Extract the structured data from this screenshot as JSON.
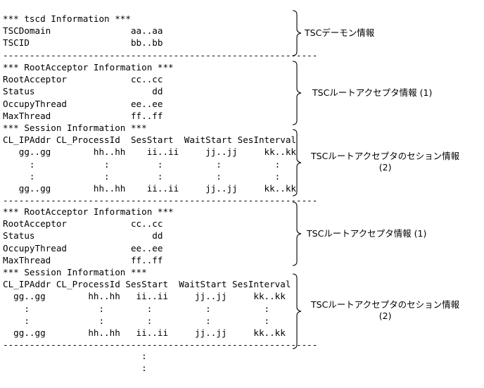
{
  "sections": [
    {
      "lines": [
        "*** tscd Information ***",
        "TSCDomain               aa..aa",
        "TSCID                   bb..bb",
        "-----------------------------------------------------------"
      ],
      "note": [
        "TSCデーモン情報"
      ]
    },
    {
      "lines": [
        "*** RootAcceptor Information ***",
        "RootAcceptor            cc..cc",
        "Status                      dd",
        "OccupyThread            ee..ee",
        "MaxThread               ff..ff"
      ],
      "note": [
        "TSCルートアクセプタ情報 (1)"
      ]
    },
    {
      "lines": [
        "*** Session Information ***",
        "CL_IPAddr CL_ProcessId  SesStart  WaitStart SesInterval",
        "   gg..gg        hh..hh    ii..ii     jj..jj     kk..kk",
        "     :             :         :          :          :",
        "     :             :         :          :          :",
        "   gg..gg        hh..hh    ii..ii     jj..jj     kk..kk",
        "-----------------------------------------------------------"
      ],
      "note": [
        "TSCルートアクセプタのセション情報",
        "(2)"
      ]
    },
    {
      "lines": [
        "*** RootAcceptor Information ***",
        "RootAcceptor            cc..cc",
        "Status                      dd",
        "OccupyThread            ee..ee",
        "MaxThread               ff..ff"
      ],
      "note": [
        "TSCルートアクセプタ情報 (1)"
      ]
    },
    {
      "lines": [
        "*** Session Information ***",
        "CL_IPAddr CL_ProcessId SesStart  WaitStart SesInterval",
        "  gg..gg        hh..hh   ii..ii     jj..jj     kk..kk",
        "    :             :        :          :          :",
        "    :             :        :          :          :",
        "  gg..gg        hh..hh   ii..ii     jj..jj     kk..kk",
        "-----------------------------------------------------------"
      ],
      "note": [
        "TSCルートアクセプタのセション情報",
        "(2)"
      ]
    }
  ],
  "trailing": [
    "                          :",
    "                          :"
  ]
}
